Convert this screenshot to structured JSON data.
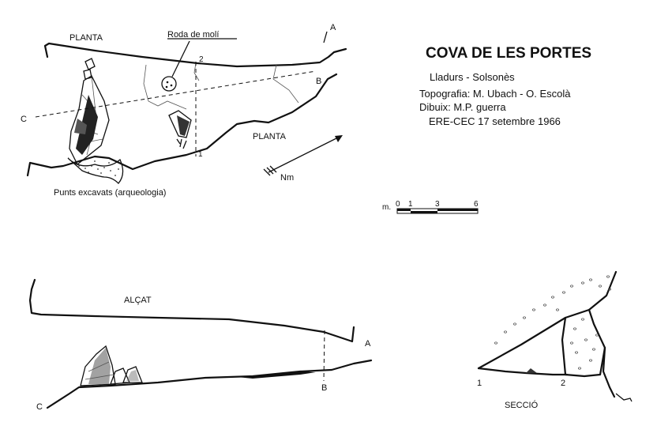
{
  "title": "COVA DE LES PORTES",
  "location": "Lladurs - Solsonès",
  "credits": {
    "topography": "Topografia: M. Ubach - O. Escolà",
    "drawing": "Dibuix: M.P. guerra",
    "group_date": "ERE-CEC    17 setembre 1966"
  },
  "plan": {
    "label_top": "PLANTA",
    "label_mid": "PLANTA",
    "mill_wheel": "Roda de molí",
    "excavation": "Punts excavats (arqueologia)",
    "north": "Nm",
    "markers": {
      "a": "A",
      "b": "B",
      "c": "C",
      "one": "1",
      "two": "2"
    }
  },
  "scale": {
    "prefix": "m.",
    "ticks": [
      "0",
      "1",
      "3",
      "6"
    ]
  },
  "elevation": {
    "label": "ALÇAT",
    "markers": {
      "a": "A",
      "b": "B",
      "c": "C"
    }
  },
  "section": {
    "label": "SECCIÓ",
    "markers": {
      "one": "1",
      "two": "2"
    }
  }
}
